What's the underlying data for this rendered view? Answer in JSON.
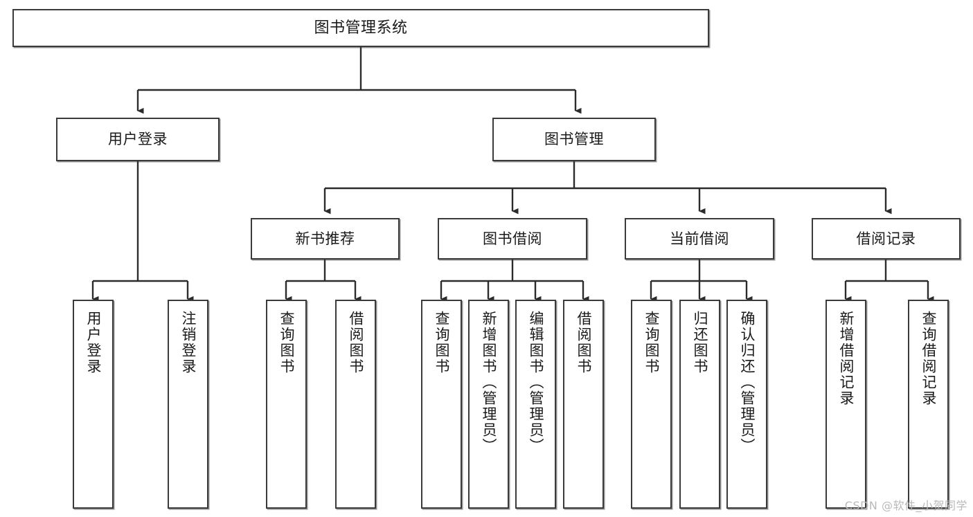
{
  "diagram": {
    "title": "图书管理系统",
    "type": "functional-structure-tree",
    "root": {
      "label": "图书管理系统"
    },
    "level2": [
      {
        "label": "用户登录"
      },
      {
        "label": "图书管理"
      }
    ],
    "level3": [
      {
        "label": "新书推荐"
      },
      {
        "label": "图书借阅"
      },
      {
        "label": "当前借阅"
      },
      {
        "label": "借阅记录"
      }
    ],
    "leaves": {
      "user_login": [
        {
          "label": "用户登录"
        },
        {
          "label": "注销登录"
        }
      ],
      "new_book_recommend": [
        {
          "label": "查询图书"
        },
        {
          "label": "借阅图书"
        }
      ],
      "book_borrow": [
        {
          "label": "查询图书"
        },
        {
          "label": "新增图书（管理员）"
        },
        {
          "label": "编辑图书（管理员）"
        },
        {
          "label": "借阅图书"
        }
      ],
      "current_borrow": [
        {
          "label": "查询图书"
        },
        {
          "label": "归还图书"
        },
        {
          "label": "确认归还（管理员）"
        }
      ],
      "borrow_record": [
        {
          "label": "新增借阅记录"
        },
        {
          "label": "查询借阅记录"
        }
      ]
    }
  },
  "watermark": {
    "text": "CSDN @软件_小贺同学"
  },
  "colors": {
    "background": "#ffffff",
    "box_border": "#3a3a3a",
    "box_fill": "#ffffff",
    "text": "#1a1a1a",
    "connector": "#2b2b2b",
    "watermark": "#b9b9b9"
  }
}
